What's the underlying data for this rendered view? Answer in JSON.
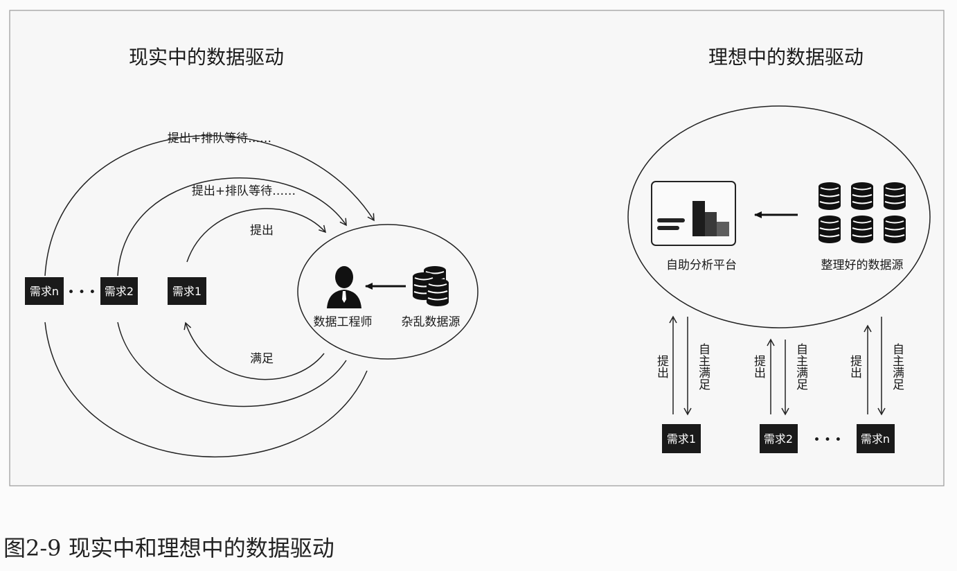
{
  "left": {
    "title": "现实中的数据驱动",
    "arc_outer_label": "提出+排队等待……",
    "arc_middle_label": "提出+排队等待……",
    "arc_inner_label": "提出",
    "arc_return_label": "满足",
    "engineer_label": "数据工程师",
    "source_label": "杂乱数据源",
    "requests": [
      "需求n",
      "需求2",
      "需求1"
    ],
    "ellipsis": "• • •"
  },
  "right": {
    "title": "理想中的数据驱动",
    "platform_label": "自助分析平台",
    "source_label": "整理好的数据源",
    "up_label": "提出",
    "down_label": "自主满足",
    "requests": [
      "需求1",
      "需求2",
      "需求n"
    ],
    "ellipsis": "• • •"
  },
  "caption": "图2-9 现实中和理想中的数据驱动"
}
